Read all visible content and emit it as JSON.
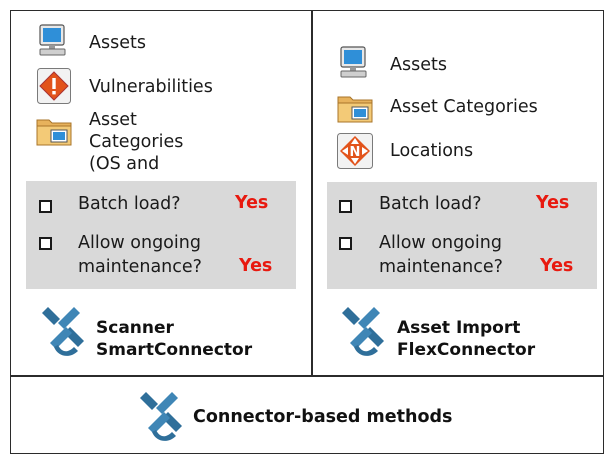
{
  "left_panel": {
    "items": [
      {
        "label": "Assets",
        "icon": "computer-icon"
      },
      {
        "label": "Vulnerabilities",
        "icon": "warning-diamond-icon"
      },
      {
        "label": "Asset Categories\n(OS and open\nport only)",
        "icon": "folder-icon"
      }
    ],
    "options": [
      {
        "question": "Batch load?",
        "answer": "Yes"
      },
      {
        "question": "Allow ongoing\nmaintenance?",
        "answer": "Yes"
      }
    ],
    "connector_name": "Scanner\nSmartConnector"
  },
  "right_panel": {
    "items": [
      {
        "label": "Assets",
        "icon": "computer-icon"
      },
      {
        "label": "Asset Categories",
        "icon": "folder-icon"
      },
      {
        "label": "Locations",
        "icon": "navigation-icon"
      }
    ],
    "options": [
      {
        "question": "Batch load?",
        "answer": "Yes"
      },
      {
        "question": "Allow ongoing\nmaintenance?",
        "answer": "Yes"
      }
    ],
    "connector_name": "Asset Import\nFlexConnector"
  },
  "footer": {
    "title": "Connector-based methods"
  },
  "colors": {
    "option_bg": "#d9d9d9",
    "answer": "#e8190f",
    "border": "#2b2b2b",
    "logo": "#2f6f9a"
  }
}
